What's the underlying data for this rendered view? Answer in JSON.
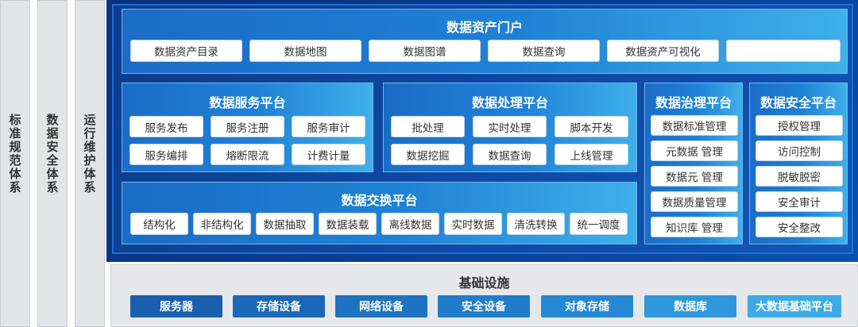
{
  "left_columns": [
    "标准规范体系",
    "数据安全体系",
    "运行维护体系"
  ],
  "portal": {
    "title": "数据资产门户",
    "items": [
      "数据资产目录",
      "数据地图",
      "数据图谱",
      "数据查询",
      "数据资产可视化",
      ""
    ]
  },
  "service_platform": {
    "title": "数据服务平台",
    "items": [
      "服务发布",
      "服务注册",
      "服务审计",
      "服务编排",
      "熔断限流",
      "计费计量"
    ]
  },
  "processing_platform": {
    "title": "数据处理平台",
    "items": [
      "批处理",
      "实时处理",
      "脚本开发",
      "数据挖掘",
      "数据查询",
      "上线管理"
    ]
  },
  "governance_platform": {
    "title": "数据治理平台",
    "items": [
      "数据标准管理",
      "元数据 管理",
      "数据元 管理",
      "数据质量管理",
      "知识库 管理"
    ]
  },
  "security_platform": {
    "title": "数据安全平台",
    "items": [
      "授权管理",
      "访问控制",
      "脱敏脱密",
      "安全审计",
      "安全整改"
    ]
  },
  "exchange_platform": {
    "title": "数据交换平台",
    "items": [
      "结构化",
      "非结构化",
      "数据抽取",
      "数据装载",
      "离线数据",
      "实时数据",
      "清洗转换",
      "统一调度"
    ]
  },
  "infrastructure": {
    "title": "基础设施",
    "items": [
      "服务器",
      "存储设备",
      "网络设备",
      "安全设备",
      "对象存储",
      "数据库",
      "大数据基础平台"
    ]
  },
  "colors": {
    "dark_blue": "#0b2f7a",
    "panel_blue": "#1f82d6",
    "light_blue": "#3fb0ea",
    "gray": "#e3e4e6"
  }
}
